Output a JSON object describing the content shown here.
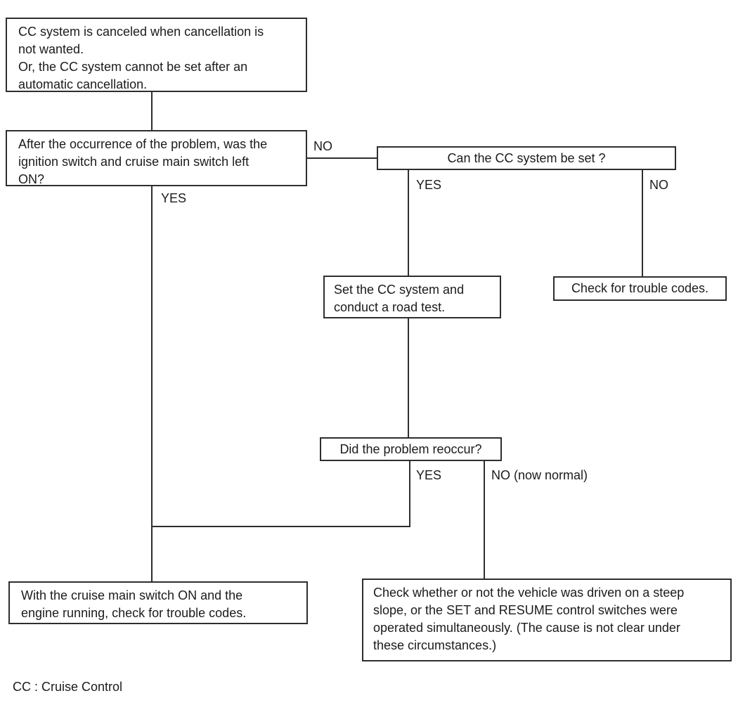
{
  "nodes": {
    "intro": {
      "text": "CC system is canceled when cancellation is\nnot wanted.\nOr, the CC system cannot be set after an\nautomatic cancellation."
    },
    "ignition": {
      "text": "After the occurrence of the problem, was the\nignition switch and cruise main switch left\nON?"
    },
    "can_set": {
      "text": "Can the CC system be set ?"
    },
    "road_test": {
      "text": "Set the CC system and\nconduct a road test."
    },
    "check_codes": {
      "text": "Check for trouble codes."
    },
    "reoccur": {
      "text": "Did the problem reoccur?"
    },
    "check_codes_running": {
      "text": "With the cruise main switch ON and the\nengine running, check for trouble codes."
    },
    "check_slope": {
      "text": "Check whether or not the vehicle was driven on a steep\nslope, or the SET and RESUME control switches were\noperated simultaneously. (The cause is not clear under\nthese circumstances.)"
    }
  },
  "edge_labels": {
    "ignition_no": "NO",
    "ignition_yes": "YES",
    "can_set_yes": "YES",
    "can_set_no": "NO",
    "reoccur_yes": "YES",
    "reoccur_no": "NO (now normal)"
  },
  "footnote": "CC : Cruise Control",
  "colors": {
    "line": "#2e2e2e",
    "background": "#ffffff",
    "text": "#1b1b1b"
  }
}
